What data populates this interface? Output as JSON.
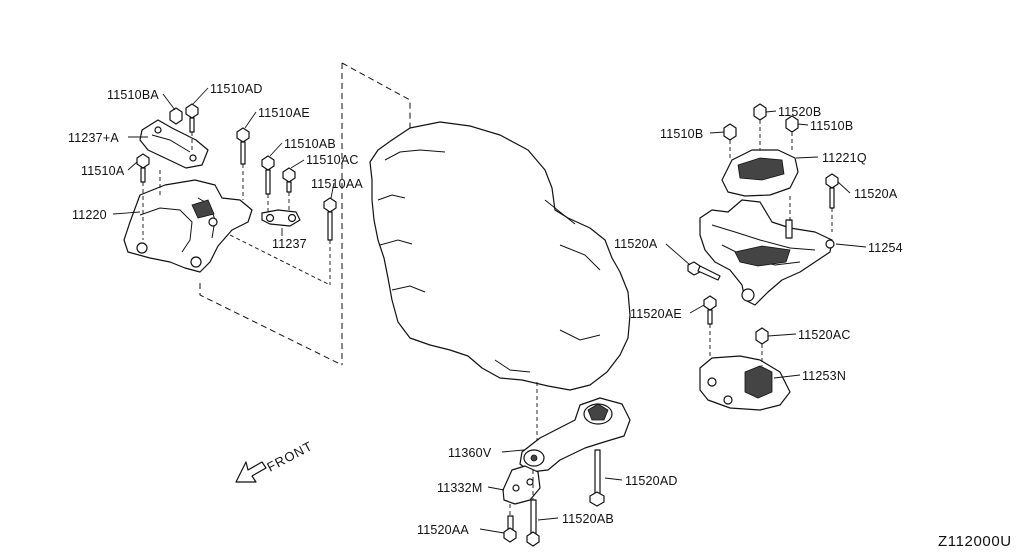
{
  "diagram": {
    "diagram_code": "Z112000U",
    "direction_label": "FRONT",
    "callouts": [
      {
        "id": "11510BA",
        "text": "11510BA"
      },
      {
        "id": "11510AD",
        "text": "11510AD"
      },
      {
        "id": "11510AE",
        "text": "11510AE"
      },
      {
        "id": "11237A",
        "text": "11237+A"
      },
      {
        "id": "11510AB",
        "text": "11510AB"
      },
      {
        "id": "11510AC",
        "text": "11510AC"
      },
      {
        "id": "11510A",
        "text": "11510A"
      },
      {
        "id": "11510AA",
        "text": "11510AA"
      },
      {
        "id": "11220",
        "text": "11220"
      },
      {
        "id": "11237",
        "text": "11237"
      },
      {
        "id": "11520B",
        "text": "11520B"
      },
      {
        "id": "11510B_r",
        "text": "11510B"
      },
      {
        "id": "11510B_l",
        "text": "11510B"
      },
      {
        "id": "11221Q",
        "text": "11221Q"
      },
      {
        "id": "11520A_r",
        "text": "11520A"
      },
      {
        "id": "11254",
        "text": "11254"
      },
      {
        "id": "11520A_l",
        "text": "11520A"
      },
      {
        "id": "11520AE",
        "text": "11520AE"
      },
      {
        "id": "11520AC",
        "text": "11520AC"
      },
      {
        "id": "11253N",
        "text": "11253N"
      },
      {
        "id": "11360V",
        "text": "11360V"
      },
      {
        "id": "11520AD",
        "text": "11520AD"
      },
      {
        "id": "11332M",
        "text": "11332M"
      },
      {
        "id": "11520AA",
        "text": "11520AA"
      },
      {
        "id": "11520AB",
        "text": "11520AB"
      }
    ]
  }
}
